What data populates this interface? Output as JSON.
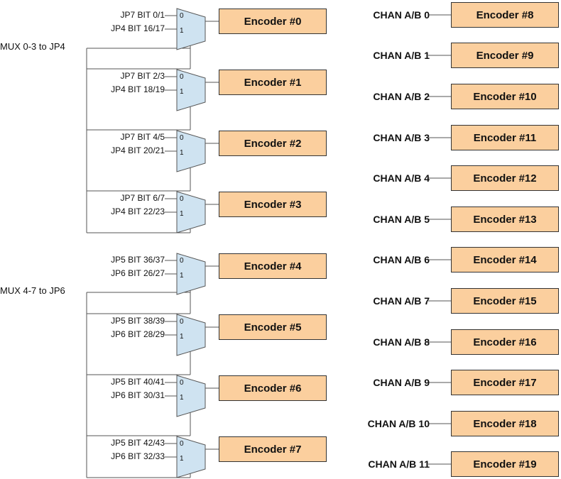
{
  "left_groups": [
    {
      "label": "MUX 0-3 to JP4",
      "muxes": [
        {
          "in0": "JP7 BIT 0/1",
          "in1": "JP4 BIT 16/17",
          "sel0": "0",
          "sel1": "1",
          "encoder": "Encoder  #0"
        },
        {
          "in0": "JP7 BIT 2/3",
          "in1": "JP4 BIT 18/19",
          "sel0": "0",
          "sel1": "1",
          "encoder": "Encoder  #1"
        },
        {
          "in0": "JP7 BIT 4/5",
          "in1": "JP4 BIT 20/21",
          "sel0": "0",
          "sel1": "1",
          "encoder": "Encoder  #2"
        },
        {
          "in0": "JP7 BIT 6/7",
          "in1": "JP4 BIT 22/23",
          "sel0": "0",
          "sel1": "1",
          "encoder": "Encoder  #3"
        }
      ]
    },
    {
      "label": "MUX 4-7 to JP6",
      "muxes": [
        {
          "in0": "JP5 BIT 36/37",
          "in1": "JP6 BIT 26/27",
          "sel0": "0",
          "sel1": "1",
          "encoder": "Encoder  #4"
        },
        {
          "in0": "JP5 BIT 38/39",
          "in1": "JP6 BIT 28/29",
          "sel0": "0",
          "sel1": "1",
          "encoder": "Encoder  #5"
        },
        {
          "in0": "JP5 BIT 40/41",
          "in1": "JP6 BIT 30/31",
          "sel0": "0",
          "sel1": "1",
          "encoder": "Encoder  #6"
        },
        {
          "in0": "JP5 BIT 42/43",
          "in1": "JP6 BIT 32/33",
          "sel0": "0",
          "sel1": "1",
          "encoder": "Encoder  #7"
        }
      ]
    }
  ],
  "right_channels": [
    {
      "chan": "CHAN A/B 0",
      "encoder": "Encoder  #8"
    },
    {
      "chan": "CHAN A/B 1",
      "encoder": "Encoder  #9"
    },
    {
      "chan": "CHAN A/B 2",
      "encoder": "Encoder  #10"
    },
    {
      "chan": "CHAN A/B 3",
      "encoder": "Encoder  #11"
    },
    {
      "chan": "CHAN A/B 4",
      "encoder": "Encoder  #12"
    },
    {
      "chan": "CHAN A/B 5",
      "encoder": "Encoder  #13"
    },
    {
      "chan": "CHAN A/B 6",
      "encoder": "Encoder  #14"
    },
    {
      "chan": "CHAN A/B 7",
      "encoder": "Encoder  #15"
    },
    {
      "chan": "CHAN A/B 8",
      "encoder": "Encoder  #16"
    },
    {
      "chan": "CHAN A/B 9",
      "encoder": "Encoder  #17"
    },
    {
      "chan": "CHAN A/B 10",
      "encoder": "Encoder  #18"
    },
    {
      "chan": "CHAN A/B 11",
      "encoder": "Encoder  #19"
    }
  ],
  "colors": {
    "mux_fill": "#cfe3f1",
    "encoder_fill": "#fbcf9e",
    "line": "#555555"
  }
}
